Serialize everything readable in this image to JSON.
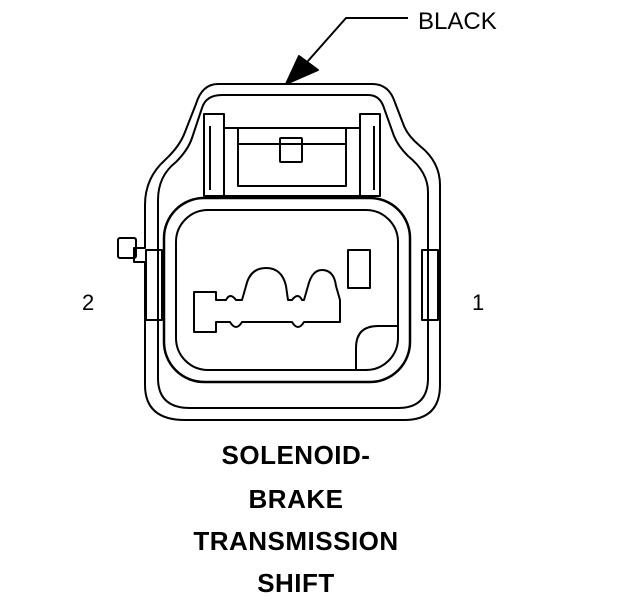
{
  "callout": {
    "label": "BLACK"
  },
  "pins": {
    "left": "2",
    "right": "1"
  },
  "caption": [
    "SOLENOID-",
    "BRAKE",
    "TRANSMISSION",
    "SHIFT"
  ]
}
